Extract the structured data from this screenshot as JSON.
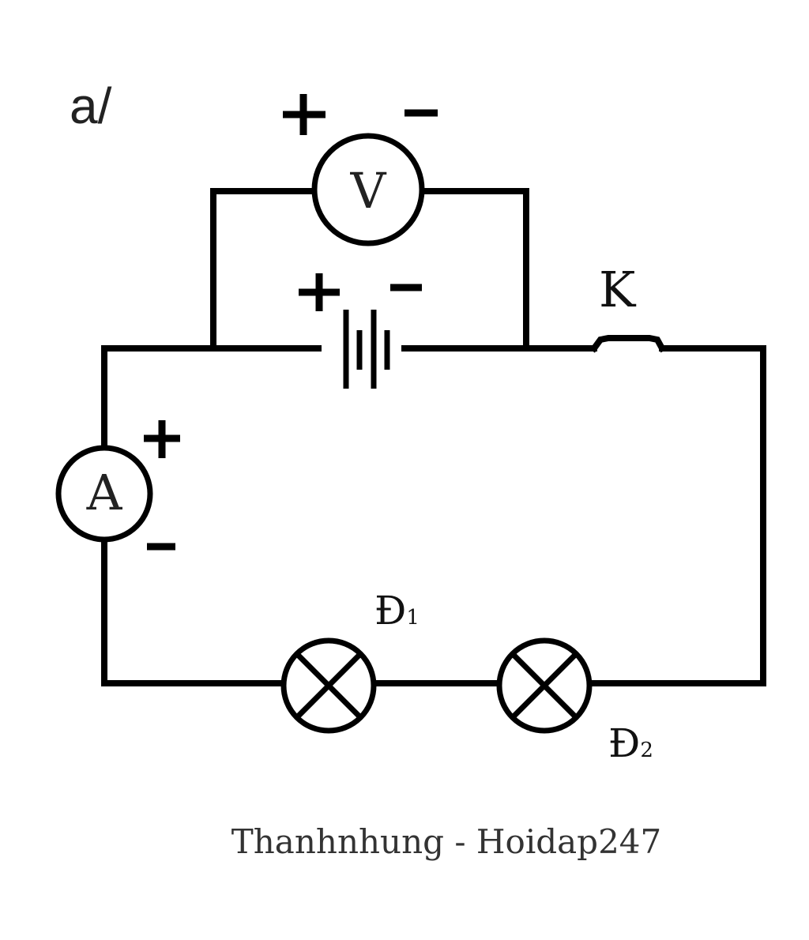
{
  "part_label": "a/",
  "voltmeter": {
    "symbol": "V",
    "positive": "+",
    "negative": "−"
  },
  "battery": {
    "positive": "+",
    "negative": "−"
  },
  "switch": {
    "label": "K"
  },
  "ammeter": {
    "symbol": "A",
    "positive": "+",
    "negative": "−"
  },
  "lamps": [
    {
      "base": "Đ",
      "index": "1"
    },
    {
      "base": "Đ",
      "index": "2"
    }
  ],
  "credit": "Thanhnhung - Hoidap247"
}
